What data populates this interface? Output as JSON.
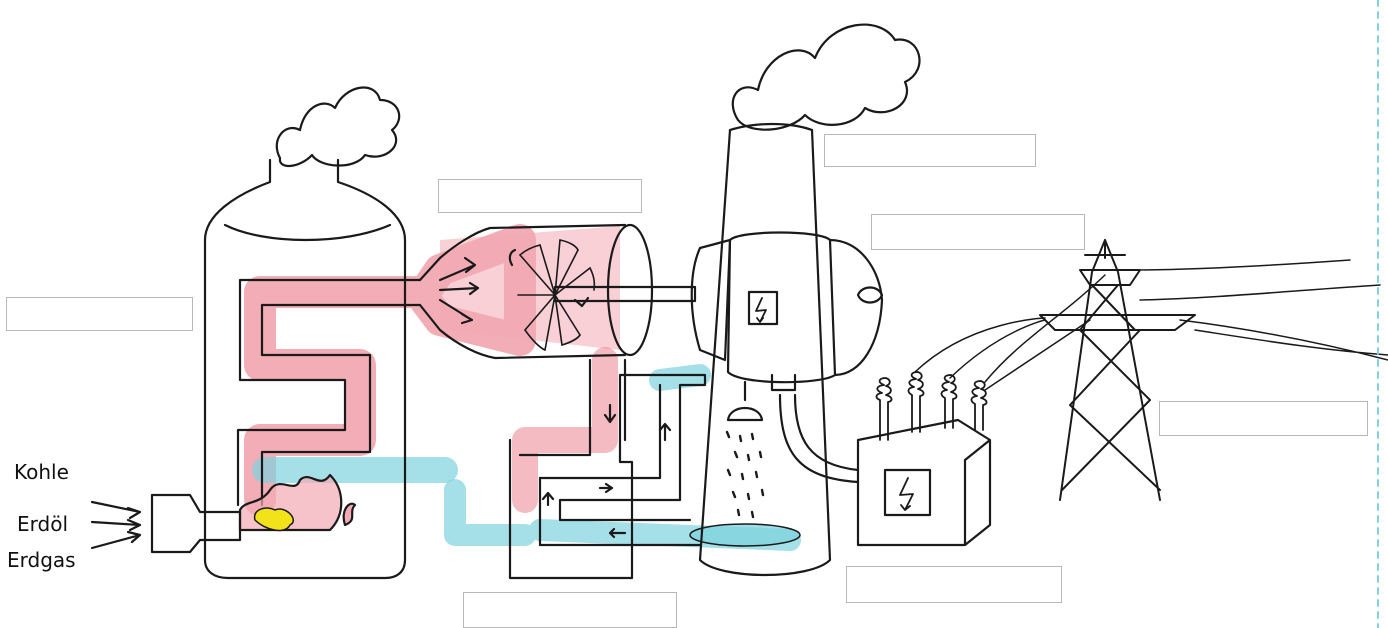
{
  "fuels": {
    "coal": "Kohle",
    "oil": "Erdöl",
    "gas": "Erdgas"
  },
  "colors": {
    "steam": "#e8697a",
    "water": "#7fd3de",
    "flame_inner": "#f2e21a",
    "ink": "#1a1a1a",
    "label_border": "#b8b8b8"
  },
  "label_boxes": [
    {
      "id": "boiler",
      "text": ""
    },
    {
      "id": "turbine",
      "text": ""
    },
    {
      "id": "cooling-tower",
      "text": ""
    },
    {
      "id": "generator",
      "text": ""
    },
    {
      "id": "power-line",
      "text": ""
    },
    {
      "id": "transformer",
      "text": ""
    },
    {
      "id": "condenser",
      "text": ""
    }
  ]
}
